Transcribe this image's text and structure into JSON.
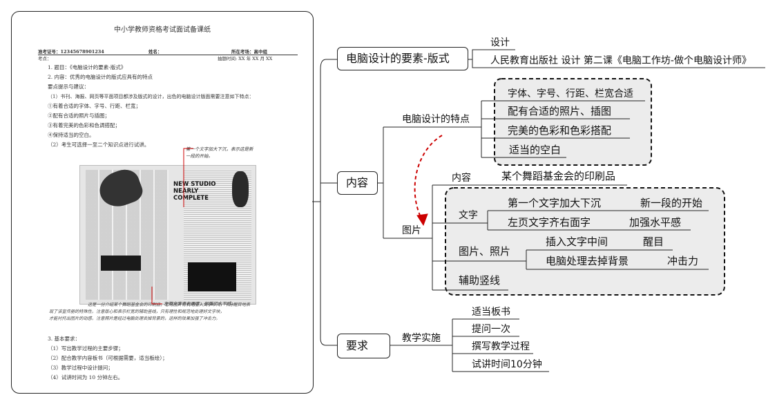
{
  "document": {
    "title": "中小学教师资格考试面试备课纸",
    "exam_no": "准考证号：12345678901234",
    "name": "姓名：",
    "venue": "所在考场：高中组",
    "topic_label": "考点：",
    "draw_time": "抽题时间: XX 年 XX 月 XX",
    "lines": [
      "1. 题目：《电脑设计的要素-版式》",
      "2. 内容：优秀的电脑设计的版式应具有的特点",
      "要点提示与建议：",
      "（1）书刊、海报、网页等平面项目都涉及版式的设计，出色的电脑设计版面需要注意如下特点：",
      "①有着合适的字体、字号、行距、栏宽；",
      "②配有合适的照片与插图；",
      "③有着完美的色彩和色调搭配；",
      "④保持适当的空白。",
      "（2）考生可选择一至二个知识点进行试讲。"
    ],
    "photo_headline": [
      "NEW STUDIO",
      "NEARLY",
      "COMPLETE"
    ],
    "callout_top": [
      "第一个文字加大下沉，表示这是新",
      "一段的开始。"
    ],
    "callout_bottom": "左页文字齐右面字，加强了水平感。",
    "paragraph": [
      "这是一份介绍某个舞蹈基金会的印刷品，它将图片有机地插入文字中间，十分醒目地表",
      "现了该宣传册的特殊性。注意版心和表示栏宽的辅助竖线，只有理性和规范地处理好文字块，",
      "才能衬托出图片的动感。注意照片是经过电脑处理去掉背景的，这样的效果加强了冲击力。"
    ],
    "req_lines": [
      "3. 基本要求：",
      "（1）写出教学过程的主要步骤；",
      "（2）配合教学内容板书（可根据需要，适当板绘）；",
      "（3）教学过程中设计提问；",
      "（4）试讲时间为 10 分钟左右。"
    ]
  },
  "mindmap": {
    "branch1": {
      "label": "电脑设计的要素-版式",
      "sub1": "设计",
      "sub2": "人民教育出版社 设计  第二课《电脑工作坊-做个电脑设计师》"
    },
    "branch2": {
      "label": "内容",
      "features_label": "电脑设计的特点",
      "features": [
        "字体、字号、行距、栏宽合适",
        "配有合适的照片、插图",
        "完美的色彩和色彩搭配",
        "适当的空白"
      ],
      "picture_label": "图片",
      "content_label": "内容",
      "content_value": "某个舞蹈基金会的印刷品",
      "text_label": "文字",
      "text_items": [
        "第一个文字加大下沉",
        "新一段的开始",
        "左页文字齐右面字",
        "加强水平感"
      ],
      "photo_label": "图片、照片",
      "photo_items": [
        "插入文字中间",
        "醒目",
        "电脑处理去掉背景",
        "冲击力"
      ],
      "aux_label": "辅助竖线"
    },
    "branch3": {
      "label": "要求",
      "sub": "教学实施",
      "items": [
        "适当板书",
        "提问一次",
        "撰写教学过程",
        "试讲时间10分钟"
      ]
    },
    "colors": {
      "line": "#222222",
      "dashed_box_fill": "#ececec",
      "arrow": "#cc0000"
    }
  }
}
